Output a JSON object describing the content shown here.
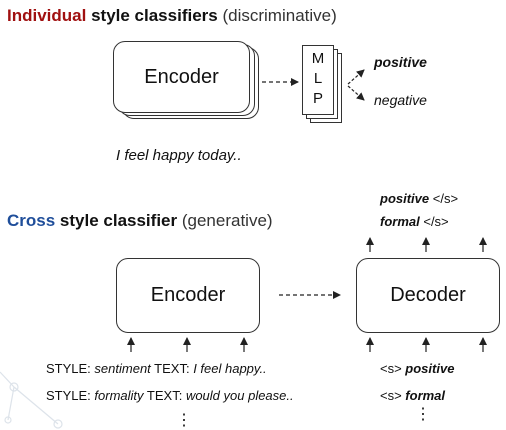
{
  "section1": {
    "heading_highlight": "Individual",
    "heading_bold": "style classifiers",
    "heading_paren": "(discriminative)",
    "highlight_color": "#a01010",
    "encoder_label": "Encoder",
    "mlp_letters": [
      "M",
      "L",
      "P"
    ],
    "outputs": [
      "positive",
      "negative"
    ],
    "input_sentence": "I feel happy today.."
  },
  "section2": {
    "heading_highlight": "Cross",
    "heading_bold": "style classifier",
    "heading_paren": "(generative)",
    "highlight_color": "#1f4e9a",
    "encoder_label": "Encoder",
    "decoder_label": "Decoder",
    "inputs": [
      {
        "prefix": "STYLE: ",
        "style": "sentiment",
        "mid": " TEXT: ",
        "text": "I feel happy.."
      },
      {
        "prefix": "STYLE: ",
        "style": "formality",
        "mid": " TEXT: ",
        "text": "would you please.."
      }
    ],
    "decoder_inputs": [
      {
        "token": "<s> ",
        "label": "positive"
      },
      {
        "token": "<s> ",
        "label": "formal"
      }
    ],
    "decoder_outputs": [
      {
        "label": "positive",
        "token": " </s>"
      },
      {
        "label": "formal",
        "token": " </s>"
      }
    ],
    "ellipsis": "⋮"
  }
}
